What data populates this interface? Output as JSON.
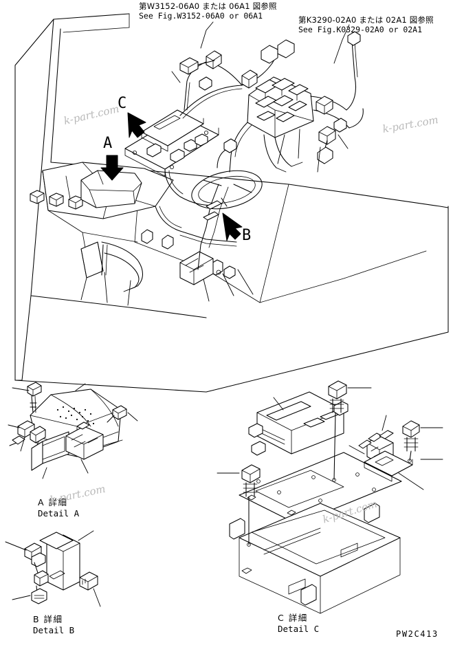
{
  "sheet": {
    "part_number": "PW2C413",
    "background": "#ffffff",
    "line_color": "#000000",
    "watermark_color": "#b9b9b9"
  },
  "headers": [
    {
      "id": "hdr-left",
      "ja": "第W3152-06A0 または 06A1 図参照",
      "en": "See Fig.W3152-06A0 or 06A1"
    },
    {
      "id": "hdr-right",
      "ja": "第K3290-02A0 または 02A1 図参照",
      "en": "See Fig.K0329-02A0 or 02A1"
    }
  ],
  "callouts": [
    {
      "id": "callout-a",
      "letter": "A",
      "arrow": "down"
    },
    {
      "id": "callout-b",
      "letter": "B",
      "arrow": "up-left"
    },
    {
      "id": "callout-c",
      "letter": "C",
      "arrow": "down-right"
    }
  ],
  "detail_labels": [
    {
      "id": "label-a",
      "ja": "A 詳細",
      "en": "Detail A"
    },
    {
      "id": "label-b",
      "ja": "B 詳細",
      "en": "Detail B"
    },
    {
      "id": "label-c",
      "ja": "C 詳細",
      "en": "Detail C"
    }
  ],
  "watermarks": [
    {
      "id": "wm1",
      "text": "k-part.com"
    },
    {
      "id": "wm2",
      "text": "k-part.com"
    },
    {
      "id": "wm3",
      "text": "k-part.com"
    },
    {
      "id": "wm4",
      "text": "k-part.com"
    }
  ]
}
